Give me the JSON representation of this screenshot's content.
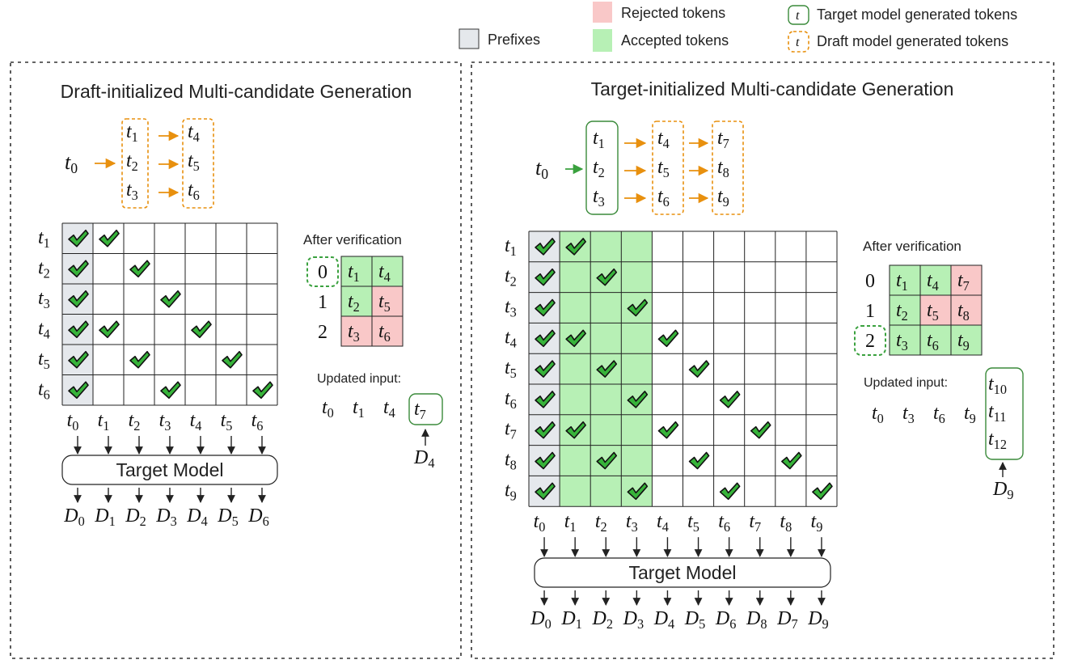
{
  "legend": {
    "prefixes": "Prefixes",
    "rejected": "Rejected tokens",
    "accepted": "Accepted tokens",
    "target_generated": "Target model generated tokens",
    "draft_generated": "Draft model generated tokens",
    "token_glyph": "t"
  },
  "colors": {
    "prefix": "#e5e8ec",
    "accepted": "#b7f0b5",
    "rejected": "#f9c8c8",
    "draft_arrow": "#e8900e",
    "target_arrow": "#3aa13e",
    "target_box": "#3a8a3a",
    "draft_box": "#e8900e",
    "check_fill": "#37b33a"
  },
  "left": {
    "title": "Draft-initialized Multi-candidate Generation",
    "root": [
      "t",
      "0"
    ],
    "draft_col1": [
      [
        "t",
        "1"
      ],
      [
        "t",
        "2"
      ],
      [
        "t",
        "3"
      ]
    ],
    "draft_col2": [
      [
        "t",
        "4"
      ],
      [
        "t",
        "5"
      ],
      [
        "t",
        "6"
      ]
    ],
    "row_labels": [
      [
        "t",
        "1"
      ],
      [
        "t",
        "2"
      ],
      [
        "t",
        "3"
      ],
      [
        "t",
        "4"
      ],
      [
        "t",
        "5"
      ],
      [
        "t",
        "6"
      ]
    ],
    "col_labels": [
      [
        "t",
        "0"
      ],
      [
        "t",
        "1"
      ],
      [
        "t",
        "2"
      ],
      [
        "t",
        "3"
      ],
      [
        "t",
        "4"
      ],
      [
        "t",
        "5"
      ],
      [
        "t",
        "6"
      ]
    ],
    "checks": [
      [
        0,
        0
      ],
      [
        0,
        1
      ],
      [
        1,
        0
      ],
      [
        1,
        2
      ],
      [
        2,
        0
      ],
      [
        2,
        3
      ],
      [
        3,
        0
      ],
      [
        3,
        1
      ],
      [
        3,
        4
      ],
      [
        4,
        0
      ],
      [
        4,
        2
      ],
      [
        4,
        5
      ],
      [
        5,
        0
      ],
      [
        5,
        3
      ],
      [
        5,
        6
      ]
    ],
    "model_label": "Target Model",
    "outputs": [
      [
        "D",
        "0"
      ],
      [
        "D",
        "1"
      ],
      [
        "D",
        "2"
      ],
      [
        "D",
        "3"
      ],
      [
        "D",
        "4"
      ],
      [
        "D",
        "5"
      ],
      [
        "D",
        "6"
      ]
    ],
    "verification_title": "After verification",
    "verification_indices": [
      "0",
      "1",
      "2"
    ],
    "verification_rows": [
      [
        {
          "t": "t",
          "s": "1",
          "state": "accepted"
        },
        {
          "t": "t",
          "s": "4",
          "state": "accepted"
        }
      ],
      [
        {
          "t": "t",
          "s": "2",
          "state": "accepted"
        },
        {
          "t": "t",
          "s": "5",
          "state": "rejected"
        }
      ],
      [
        {
          "t": "t",
          "s": "3",
          "state": "rejected"
        },
        {
          "t": "t",
          "s": "6",
          "state": "rejected"
        }
      ]
    ],
    "selected_index": "0",
    "updated_label": "Updated input:",
    "updated_tokens": [
      [
        "t",
        "0"
      ],
      [
        "t",
        "1"
      ],
      [
        "t",
        "4"
      ]
    ],
    "new_token": [
      "t",
      "7"
    ],
    "new_token_source": [
      "D",
      "4"
    ]
  },
  "right": {
    "title": "Target-initialized Multi-candidate Generation",
    "root": [
      "t",
      "0"
    ],
    "target_col": [
      [
        "t",
        "1"
      ],
      [
        "t",
        "2"
      ],
      [
        "t",
        "3"
      ]
    ],
    "draft_col1": [
      [
        "t",
        "4"
      ],
      [
        "t",
        "5"
      ],
      [
        "t",
        "6"
      ]
    ],
    "draft_col2": [
      [
        "t",
        "7"
      ],
      [
        "t",
        "8"
      ],
      [
        "t",
        "9"
      ]
    ],
    "row_labels": [
      [
        "t",
        "1"
      ],
      [
        "t",
        "2"
      ],
      [
        "t",
        "3"
      ],
      [
        "t",
        "4"
      ],
      [
        "t",
        "5"
      ],
      [
        "t",
        "6"
      ],
      [
        "t",
        "7"
      ],
      [
        "t",
        "8"
      ],
      [
        "t",
        "9"
      ]
    ],
    "col_labels": [
      [
        "t",
        "0"
      ],
      [
        "t",
        "1"
      ],
      [
        "t",
        "2"
      ],
      [
        "t",
        "3"
      ],
      [
        "t",
        "4"
      ],
      [
        "t",
        "5"
      ],
      [
        "t",
        "6"
      ],
      [
        "t",
        "7"
      ],
      [
        "t",
        "8"
      ],
      [
        "t",
        "9"
      ]
    ],
    "checks": [
      [
        0,
        0
      ],
      [
        0,
        1
      ],
      [
        1,
        0
      ],
      [
        1,
        2
      ],
      [
        2,
        0
      ],
      [
        2,
        3
      ],
      [
        3,
        0
      ],
      [
        3,
        1
      ],
      [
        3,
        4
      ],
      [
        4,
        0
      ],
      [
        4,
        2
      ],
      [
        4,
        5
      ],
      [
        5,
        0
      ],
      [
        5,
        3
      ],
      [
        5,
        6
      ],
      [
        6,
        0
      ],
      [
        6,
        1
      ],
      [
        6,
        4
      ],
      [
        6,
        7
      ],
      [
        7,
        0
      ],
      [
        7,
        2
      ],
      [
        7,
        5
      ],
      [
        7,
        8
      ],
      [
        8,
        0
      ],
      [
        8,
        3
      ],
      [
        8,
        6
      ],
      [
        8,
        9
      ]
    ],
    "model_label": "Target Model",
    "outputs": [
      [
        "D",
        "0"
      ],
      [
        "D",
        "1"
      ],
      [
        "D",
        "2"
      ],
      [
        "D",
        "3"
      ],
      [
        "D",
        "4"
      ],
      [
        "D",
        "5"
      ],
      [
        "D",
        "6"
      ],
      [
        "D",
        "8"
      ],
      [
        "D",
        "7"
      ],
      [
        "D",
        "9"
      ]
    ],
    "verification_title": "After verification",
    "verification_indices": [
      "0",
      "1",
      "2"
    ],
    "verification_rows": [
      [
        {
          "t": "t",
          "s": "1",
          "state": "accepted"
        },
        {
          "t": "t",
          "s": "4",
          "state": "accepted"
        },
        {
          "t": "t",
          "s": "7",
          "state": "rejected"
        }
      ],
      [
        {
          "t": "t",
          "s": "2",
          "state": "accepted"
        },
        {
          "t": "t",
          "s": "5",
          "state": "rejected"
        },
        {
          "t": "t",
          "s": "8",
          "state": "rejected"
        }
      ],
      [
        {
          "t": "t",
          "s": "3",
          "state": "accepted"
        },
        {
          "t": "t",
          "s": "6",
          "state": "accepted"
        },
        {
          "t": "t",
          "s": "9",
          "state": "accepted"
        }
      ]
    ],
    "selected_index": "2",
    "updated_label": "Updated input:",
    "updated_tokens": [
      [
        "t",
        "0"
      ],
      [
        "t",
        "3"
      ],
      [
        "t",
        "6"
      ],
      [
        "t",
        "9"
      ]
    ],
    "new_tokens": [
      [
        "t",
        "10"
      ],
      [
        "t",
        "11"
      ],
      [
        "t",
        "12"
      ]
    ],
    "new_token_source": [
      "D",
      "9"
    ]
  }
}
